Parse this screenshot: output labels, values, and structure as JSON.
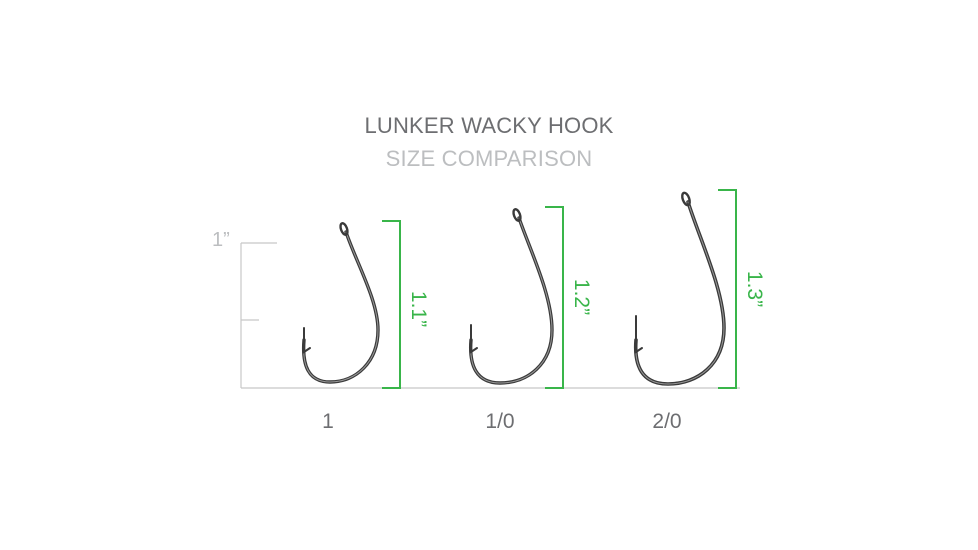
{
  "header": {
    "title": "LUNKER WACKY HOOK",
    "subtitle": "SIZE COMPARISON"
  },
  "colors": {
    "title": "#6d6e71",
    "subtitle": "#bcbec0",
    "measure_green": "#39b54a",
    "ruler_gray": "#c8c8c8",
    "hook": "#3a3a3a"
  },
  "ruler": {
    "label": "1”",
    "unit": "inch"
  },
  "hooks": [
    {
      "size": "1",
      "length_label": "1.1”",
      "length_in": 1.1
    },
    {
      "size": "1/0",
      "length_label": "1.2”",
      "length_in": 1.2
    },
    {
      "size": "2/0",
      "length_label": "1.3”",
      "length_in": 1.3
    }
  ]
}
